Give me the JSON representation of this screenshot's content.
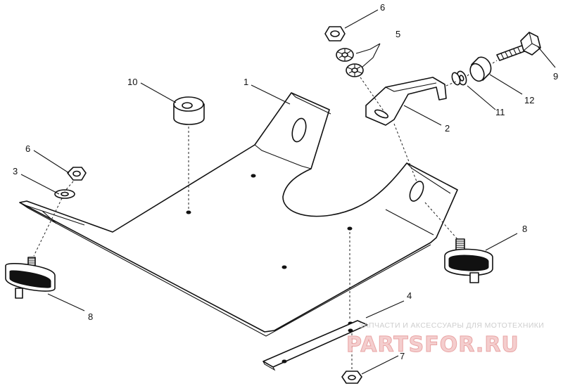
{
  "diagram": {
    "callouts": [
      {
        "id": "c1",
        "label": "1"
      },
      {
        "id": "c2",
        "label": "2"
      },
      {
        "id": "c3",
        "label": "3"
      },
      {
        "id": "c4",
        "label": "4"
      },
      {
        "id": "c5",
        "label": "5"
      },
      {
        "id": "c6a",
        "label": "6"
      },
      {
        "id": "c6b",
        "label": "6"
      },
      {
        "id": "c7",
        "label": "7"
      },
      {
        "id": "c8a",
        "label": "8"
      },
      {
        "id": "c8b",
        "label": "8"
      },
      {
        "id": "c9",
        "label": "9"
      },
      {
        "id": "c10",
        "label": "10"
      },
      {
        "id": "c11",
        "label": "11"
      },
      {
        "id": "c12",
        "label": "12"
      }
    ]
  },
  "watermark": {
    "tagline": "ЗАПЧАСТИ И АКСЕССУАРЫ ДЛЯ МОТОТЕХНИКИ",
    "logo": "PARTSFOR.RU",
    "color": "#e79b9b"
  }
}
